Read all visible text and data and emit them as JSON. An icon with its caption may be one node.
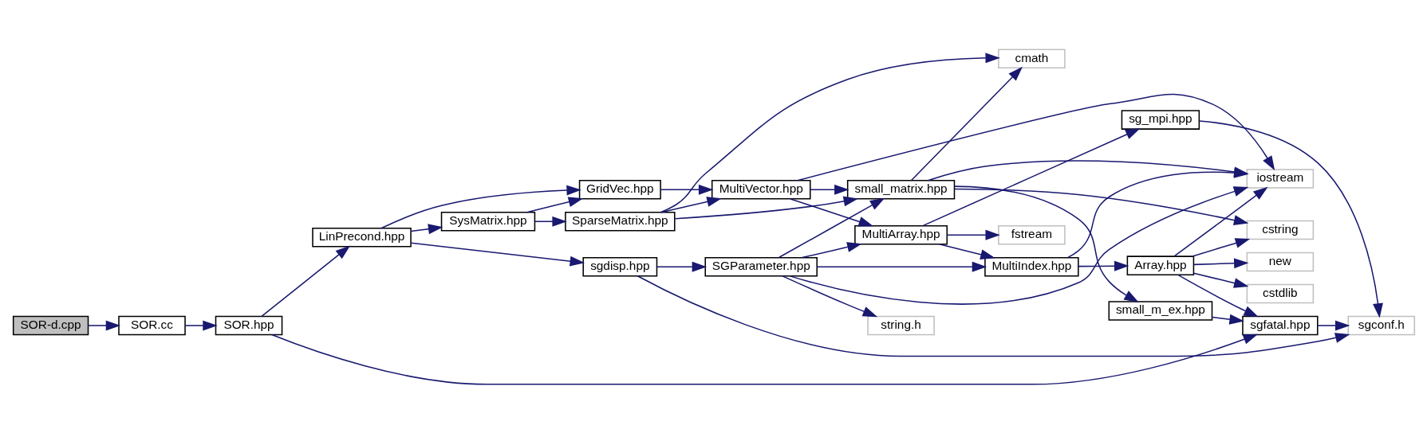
{
  "diagram": {
    "nodes": [
      {
        "text": [
          "SOR-d.cpp"
        ]
      },
      {
        "text": [
          "SOR.cc"
        ]
      },
      {
        "text": [
          "SOR.hpp"
        ]
      },
      {
        "text": [
          "LinPrecond.hpp"
        ]
      },
      {
        "text": [
          "sgdisp.hpp"
        ]
      },
      {
        "text": [
          "GridVec.hpp"
        ]
      },
      {
        "text": [
          "SysMatrix.hpp"
        ]
      },
      {
        "text": [
          "SparseMatrix.hpp"
        ]
      },
      {
        "text": [
          "SGParameter.hpp"
        ]
      },
      {
        "text": [
          "MultiVector.hpp"
        ]
      },
      {
        "text": [
          "string.h"
        ]
      },
      {
        "text": [
          "MultiIndex.hpp"
        ]
      },
      {
        "text": [
          "MultiArray.hpp"
        ]
      },
      {
        "text": [
          "fstream"
        ]
      },
      {
        "text": [
          "small_matrix.hpp"
        ]
      },
      {
        "text": [
          "cmath"
        ]
      },
      {
        "text": [
          "small_m_ex.hpp"
        ]
      },
      {
        "text": [
          "iostream"
        ]
      },
      {
        "text": [
          "cstdlib"
        ]
      },
      {
        "text": [
          "new"
        ]
      },
      {
        "text": [
          "Array.hpp"
        ]
      },
      {
        "text": [
          "cstring"
        ]
      },
      {
        "text": [
          "sg_mpi.hpp"
        ]
      },
      {
        "text": [
          "sgfatal.hpp"
        ]
      },
      {
        "text": [
          "sgconf.h"
        ]
      }
    ],
    "edges": [
      {
        "from": 0,
        "to": 1,
        "arrow": "to"
      },
      {
        "from": 1,
        "to": 2,
        "arrow": "to"
      },
      {
        "from": 2,
        "to": 3,
        "arrow": "to"
      },
      {
        "from": 2,
        "to": 23,
        "arrow": "to"
      },
      {
        "from": 3,
        "to": 4,
        "arrow": "to"
      },
      {
        "from": 3,
        "to": 5,
        "arrow": "to"
      },
      {
        "from": 3,
        "to": 6,
        "arrow": "to"
      },
      {
        "from": 4,
        "to": 8,
        "arrow": "to"
      },
      {
        "from": 4,
        "to": 24,
        "arrow": "to"
      },
      {
        "from": 6,
        "to": 5,
        "arrow": "to"
      },
      {
        "from": 6,
        "to": 7,
        "arrow": "to"
      },
      {
        "from": 5,
        "to": 9,
        "arrow": "to"
      },
      {
        "from": 7,
        "to": 9,
        "arrow": "to"
      },
      {
        "from": 7,
        "to": 14,
        "arrow": "to"
      },
      {
        "from": 7,
        "to": 15,
        "arrow": "to"
      },
      {
        "from": 8,
        "to": 17,
        "arrow": "to"
      },
      {
        "from": 8,
        "to": 11,
        "arrow": "to"
      },
      {
        "from": 8,
        "to": 10,
        "arrow": "to"
      },
      {
        "from": 8,
        "to": 12,
        "arrow": "to"
      },
      {
        "from": 8,
        "to": 14,
        "arrow": "to"
      },
      {
        "from": 9,
        "to": 12,
        "arrow": "to"
      },
      {
        "from": 9,
        "to": 17,
        "arrow": "to"
      },
      {
        "from": 9,
        "to": 14,
        "arrow": "to"
      },
      {
        "from": 12,
        "to": 11,
        "arrow": "to"
      },
      {
        "from": 12,
        "to": 13,
        "arrow": "to"
      },
      {
        "from": 12,
        "to": 22,
        "arrow": "to"
      },
      {
        "from": 11,
        "to": 17,
        "arrow": "to"
      },
      {
        "from": 11,
        "to": 20,
        "arrow": "to"
      },
      {
        "from": 14,
        "to": 17,
        "arrow": "to"
      },
      {
        "from": 14,
        "to": 21,
        "arrow": "to"
      },
      {
        "from": 14,
        "to": 15,
        "arrow": "to"
      },
      {
        "from": 14,
        "to": 16,
        "arrow": "to"
      },
      {
        "from": 16,
        "to": 23,
        "arrow": "to"
      },
      {
        "from": 20,
        "to": 17,
        "arrow": "to"
      },
      {
        "from": 20,
        "to": 18,
        "arrow": "to"
      },
      {
        "from": 20,
        "to": 19,
        "arrow": "to"
      },
      {
        "from": 20,
        "to": 21,
        "arrow": "to"
      },
      {
        "from": 20,
        "to": 23,
        "arrow": "to"
      },
      {
        "from": 22,
        "to": 24,
        "arrow": "to"
      },
      {
        "from": 23,
        "to": 24,
        "arrow": "to"
      }
    ]
  }
}
